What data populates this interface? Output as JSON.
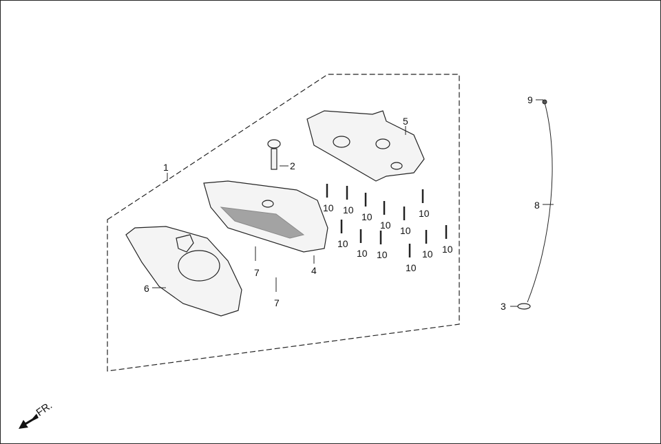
{
  "diagram": {
    "direction_label": "FR.",
    "callouts": {
      "c1": "1",
      "c2": "2",
      "c3": "3",
      "c4": "4",
      "c5": "5",
      "c6": "6",
      "c7a": "7",
      "c7b": "7",
      "c8": "8",
      "c9": "9",
      "c10": [
        "10",
        "10",
        "10",
        "10",
        "10",
        "10",
        "10",
        "10",
        "10",
        "10",
        "10",
        "10"
      ]
    }
  }
}
